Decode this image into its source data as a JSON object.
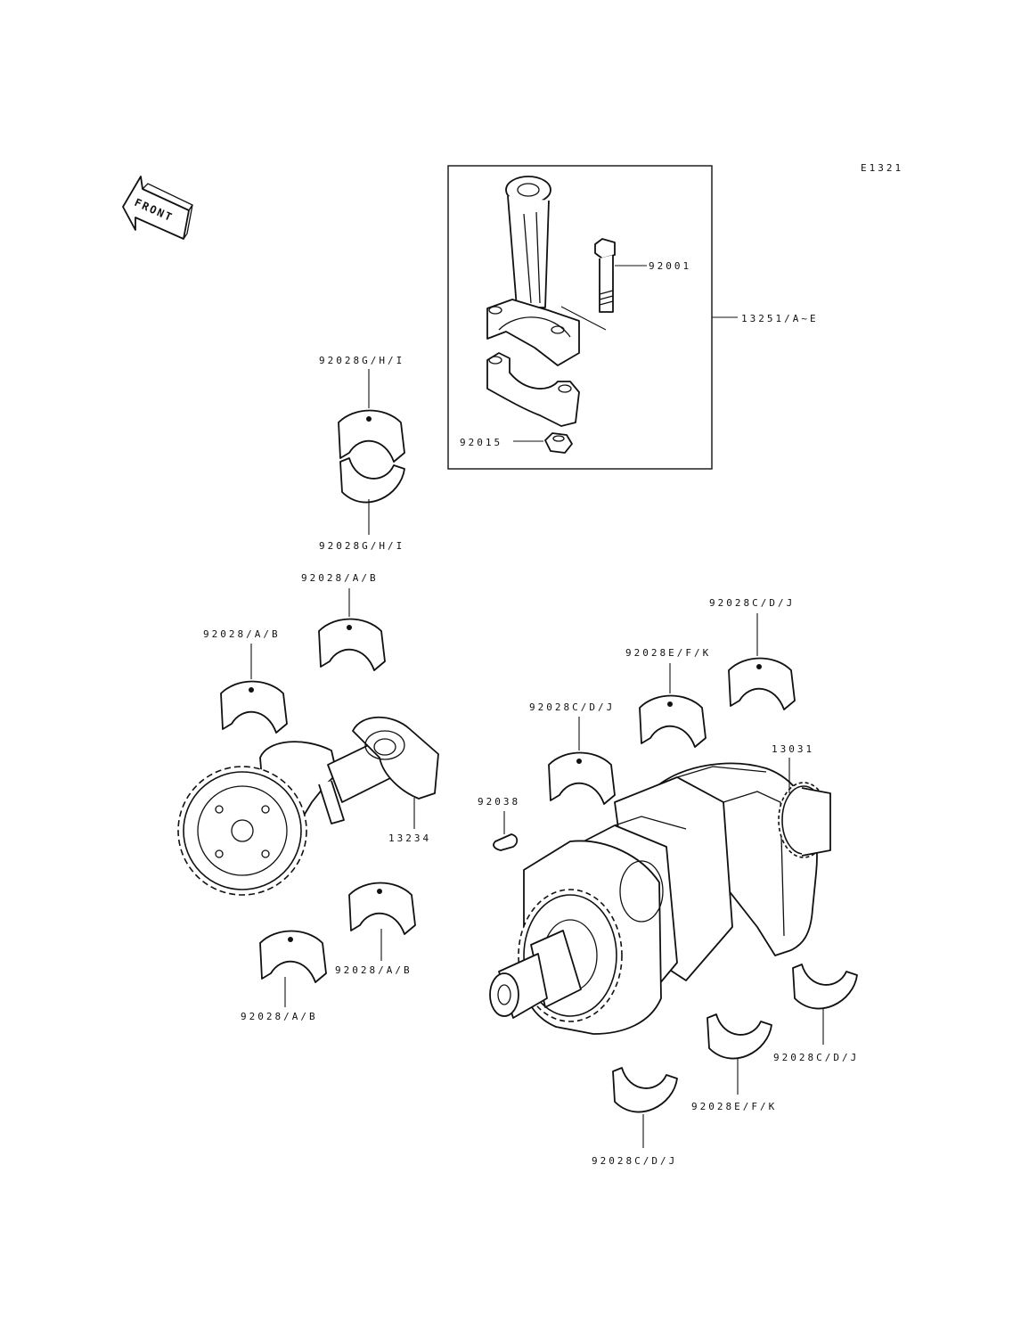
{
  "diagram_code": "E1321",
  "front_arrow_text": "FRONT",
  "labels": {
    "bolt": "92001",
    "conrod_assy": "13251/A~E",
    "nut": "92015",
    "conrod_bearing_upper": "92028G/H/I",
    "conrod_bearing_lower": "92028G/H/I",
    "bal_bearing_1": "92028/A/B",
    "bal_bearing_2": "92028/A/B",
    "bal_bearing_3": "92028/A/B",
    "bal_bearing_4": "92028/A/B",
    "balancer_shaft": "13234",
    "key": "92038",
    "crank_bearing_1": "92028C/D/J",
    "crank_bearing_2": "92028E/F/K",
    "crank_bearing_3": "92028C/D/J",
    "crankshaft": "13031",
    "crank_bearing_4": "92028C/D/J",
    "crank_bearing_5": "92028E/F/K",
    "crank_bearing_6": "92028C/D/J"
  }
}
